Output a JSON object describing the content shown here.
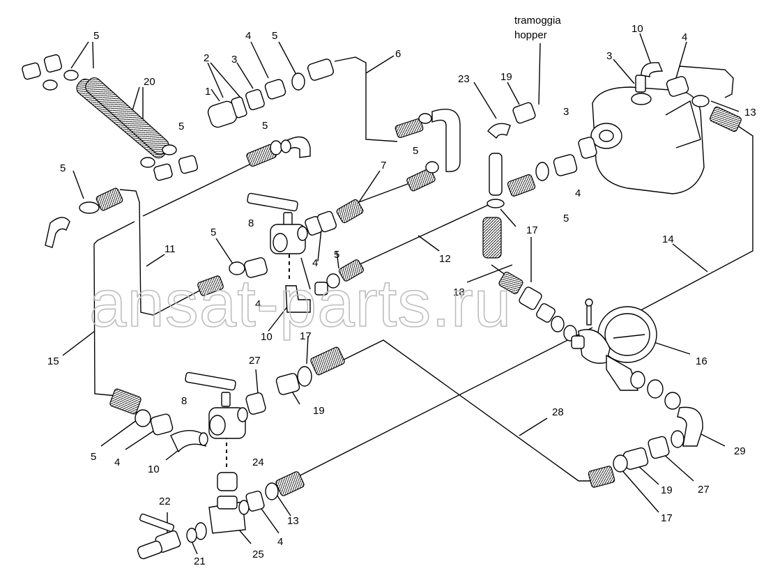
{
  "hopper_label": {
    "line1": "tramoggia",
    "line2": "hopper"
  },
  "watermark": "ansat-parts.ru",
  "part_numbers": [
    "5",
    "20",
    "5",
    "2",
    "1",
    "3",
    "4",
    "5",
    "6",
    "23",
    "19",
    "10",
    "3",
    "4",
    "13",
    "5",
    "5",
    "3",
    "4",
    "5",
    "7",
    "5",
    "8",
    "5",
    "17",
    "12",
    "4",
    "5",
    "11",
    "10",
    "4",
    "14",
    "18",
    "17",
    "16",
    "15",
    "27",
    "8",
    "19",
    "28",
    "5",
    "4",
    "10",
    "24",
    "29",
    "27",
    "19",
    "17",
    "22",
    "21",
    "25",
    "4",
    "13"
  ]
}
